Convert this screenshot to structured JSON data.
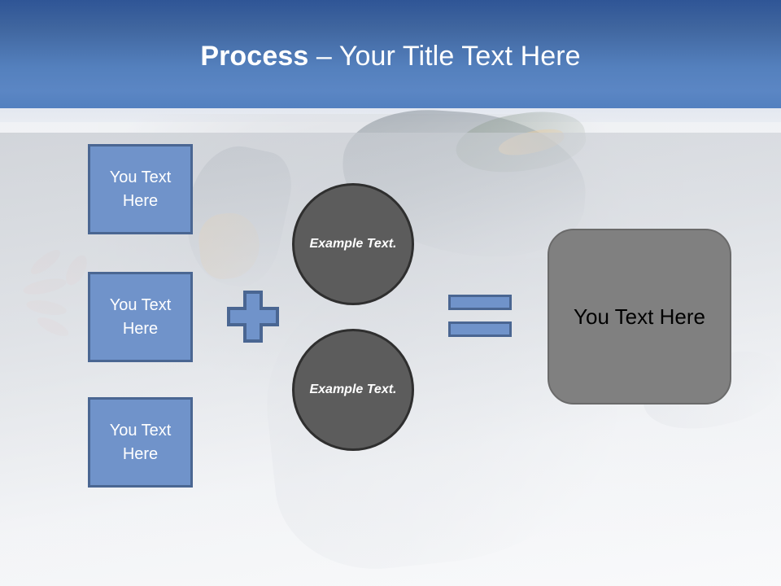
{
  "slide": {
    "title": {
      "strong": "Process",
      "rest": " – Your Title Text Here"
    },
    "colors": {
      "title_bar_top": "#2f5596",
      "title_bar_bottom": "#5380bf",
      "blue_fill": "#7093ca",
      "blue_stroke": "#4a6692",
      "circle_fill": "#5c5c5c",
      "circle_stroke": "#2f2f2f",
      "result_fill": "#808080",
      "result_stroke": "#6a6a6a",
      "title_text": "#ffffff",
      "result_text": "#000000"
    },
    "input_boxes": [
      {
        "label": "You Text Here"
      },
      {
        "label": "You Text Here"
      },
      {
        "label": "You Text Here"
      }
    ],
    "operators": {
      "plus": "+",
      "equals": "="
    },
    "circles": [
      {
        "label": "Example Text."
      },
      {
        "label": "Example Text."
      }
    ],
    "result": {
      "label": "You Text Here"
    },
    "background": {
      "description": "faded photograph of a dancer with outstretched hand"
    }
  }
}
